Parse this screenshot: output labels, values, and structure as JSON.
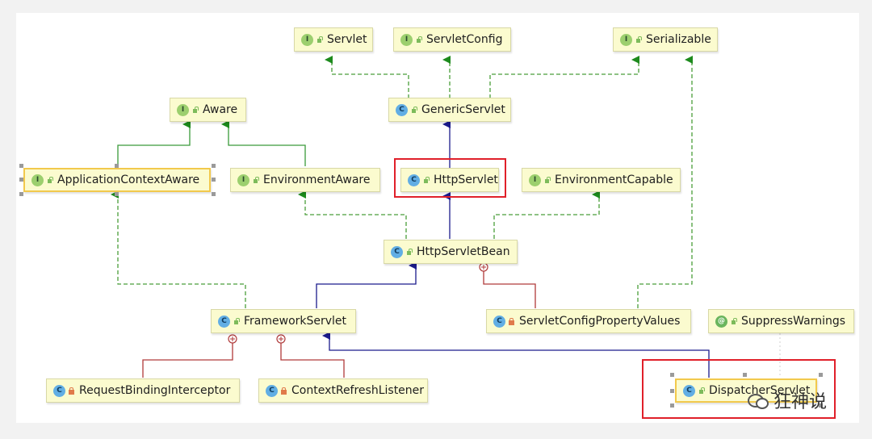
{
  "nodes": {
    "servlet": {
      "label": "Servlet",
      "kind": "interface"
    },
    "servlet_config": {
      "label": "ServletConfig",
      "kind": "interface"
    },
    "serializable": {
      "label": "Serializable",
      "kind": "interface"
    },
    "aware": {
      "label": "Aware",
      "kind": "interface"
    },
    "generic_servlet": {
      "label": "GenericServlet",
      "kind": "abstract-class"
    },
    "application_context_aware": {
      "label": "ApplicationContextAware",
      "kind": "interface"
    },
    "environment_aware": {
      "label": "EnvironmentAware",
      "kind": "interface"
    },
    "http_servlet": {
      "label": "HttpServlet",
      "kind": "abstract-class"
    },
    "environment_capable": {
      "label": "EnvironmentCapable",
      "kind": "interface"
    },
    "http_servlet_bean": {
      "label": "HttpServletBean",
      "kind": "abstract-class"
    },
    "framework_servlet": {
      "label": "FrameworkServlet",
      "kind": "abstract-class"
    },
    "servlet_config_property_values": {
      "label": "ServletConfigPropertyValues",
      "kind": "class"
    },
    "suppress_warnings": {
      "label": "SuppressWarnings",
      "kind": "annotation"
    },
    "request_binding_interceptor": {
      "label": "RequestBindingInterceptor",
      "kind": "class"
    },
    "context_refresh_listener": {
      "label": "ContextRefreshListener",
      "kind": "class"
    },
    "dispatcher_servlet": {
      "label": "DispatcherServlet",
      "kind": "class"
    }
  },
  "edge_legend": {
    "implements": "#4a9e3a",
    "extends": "#2a2a9a",
    "inner_class": "#b03a3a"
  },
  "highlighted": [
    "http_servlet",
    "dispatcher_servlet"
  ],
  "watermark": {
    "text": "狂神说",
    "icon": "wechat-icon"
  }
}
